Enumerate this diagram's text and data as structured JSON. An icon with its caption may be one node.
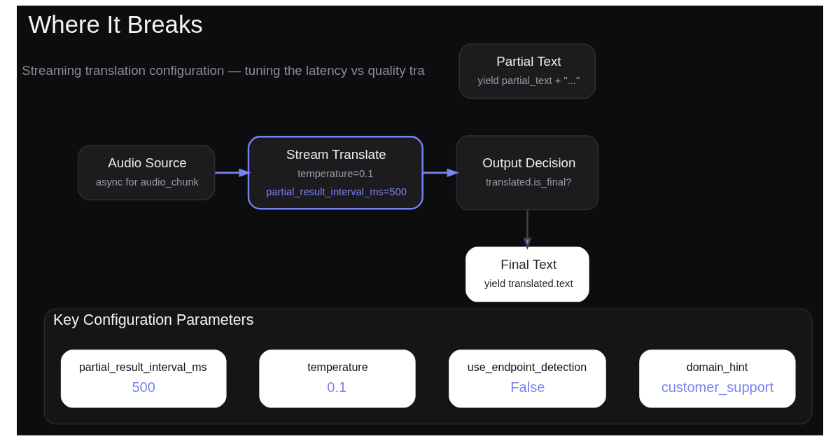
{
  "diagram": {
    "title": "Where It Breaks",
    "nodes": [
      {
        "text": [
          "Audio Source",
          "async for audio_chunk"
        ]
      },
      {
        "text": [
          "Stream Translate",
          "temperature=0.1",
          "partial_result_interval_ms=500"
        ]
      },
      {
        "text": [
          "Partial Text",
          "yield partial_text + \"...\""
        ]
      },
      {
        "text": [
          "Output Decision",
          "translated.is_final?"
        ]
      },
      {
        "text": [
          "Final Text",
          "yield translated.text"
        ]
      },
      {
        "text": [
          "Key Configuration Parameters"
        ]
      },
      {
        "text": [
          "partial_result_interval_ms",
          "500"
        ],
        "in": 5
      },
      {
        "text": [
          "temperature",
          "0.1"
        ],
        "in": 5
      },
      {
        "text": [
          "use_endpoint_detection",
          "False"
        ],
        "in": 5
      },
      {
        "text": [
          "domain_hint",
          "customer_support"
        ],
        "in": 5
      }
    ],
    "edges": [
      {
        "from": 0,
        "to": 1,
        "arrow": "to"
      },
      {
        "from": 1,
        "to": 3,
        "arrow": "to"
      },
      {
        "from": 3,
        "to": 4,
        "arrow": "to",
        "color": "#3f3f46"
      }
    ],
    "labels": [
      "Streaming translation configuration — tuning the latency vs quality tra"
    ]
  }
}
